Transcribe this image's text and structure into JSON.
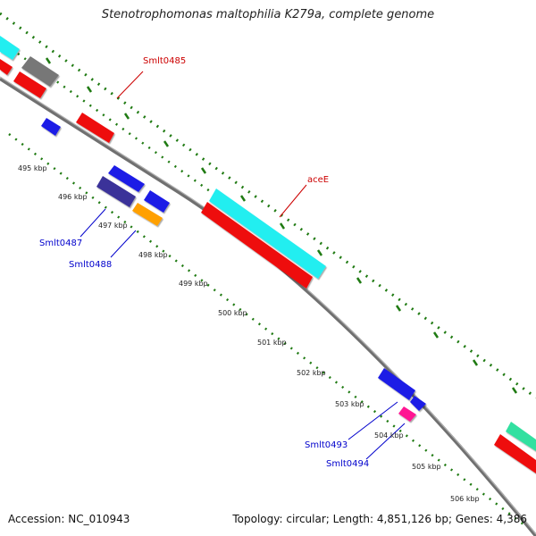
{
  "title": "Stenotrophomonas maltophilia K279a, complete genome",
  "accession": "Accession: NC_010943",
  "summary": "Topology: circular; Length: 4,851,126 bp; Genes: 4,386",
  "kbp_labels": [
    "495 kbp",
    "496 kbp",
    "497 kbp",
    "498 kbp",
    "499 kbp",
    "500 kbp",
    "501 kbp",
    "502 kbp",
    "503 kbp",
    "504 kbp",
    "505 kbp",
    "506 kbp"
  ],
  "gene_labels": {
    "smlt0485": "Smlt0485",
    "acee": "aceE",
    "smlt0487": "Smlt0487",
    "smlt0488": "Smlt0488",
    "smlt0493": "Smlt0493",
    "smlt0494": "Smlt0494"
  },
  "colors": {
    "backbone": "#8a8a8a",
    "tick": "#1f7a12",
    "cyan": "#22eef0",
    "red": "#ee1111",
    "blue": "#1a1ae6",
    "navy": "#3b3199",
    "orange": "#ffa000",
    "gray": "#777777",
    "magenta": "#ff1493",
    "teal": "#33e0a0",
    "label_red": "#cc0000",
    "label_blue": "#0000cc"
  }
}
